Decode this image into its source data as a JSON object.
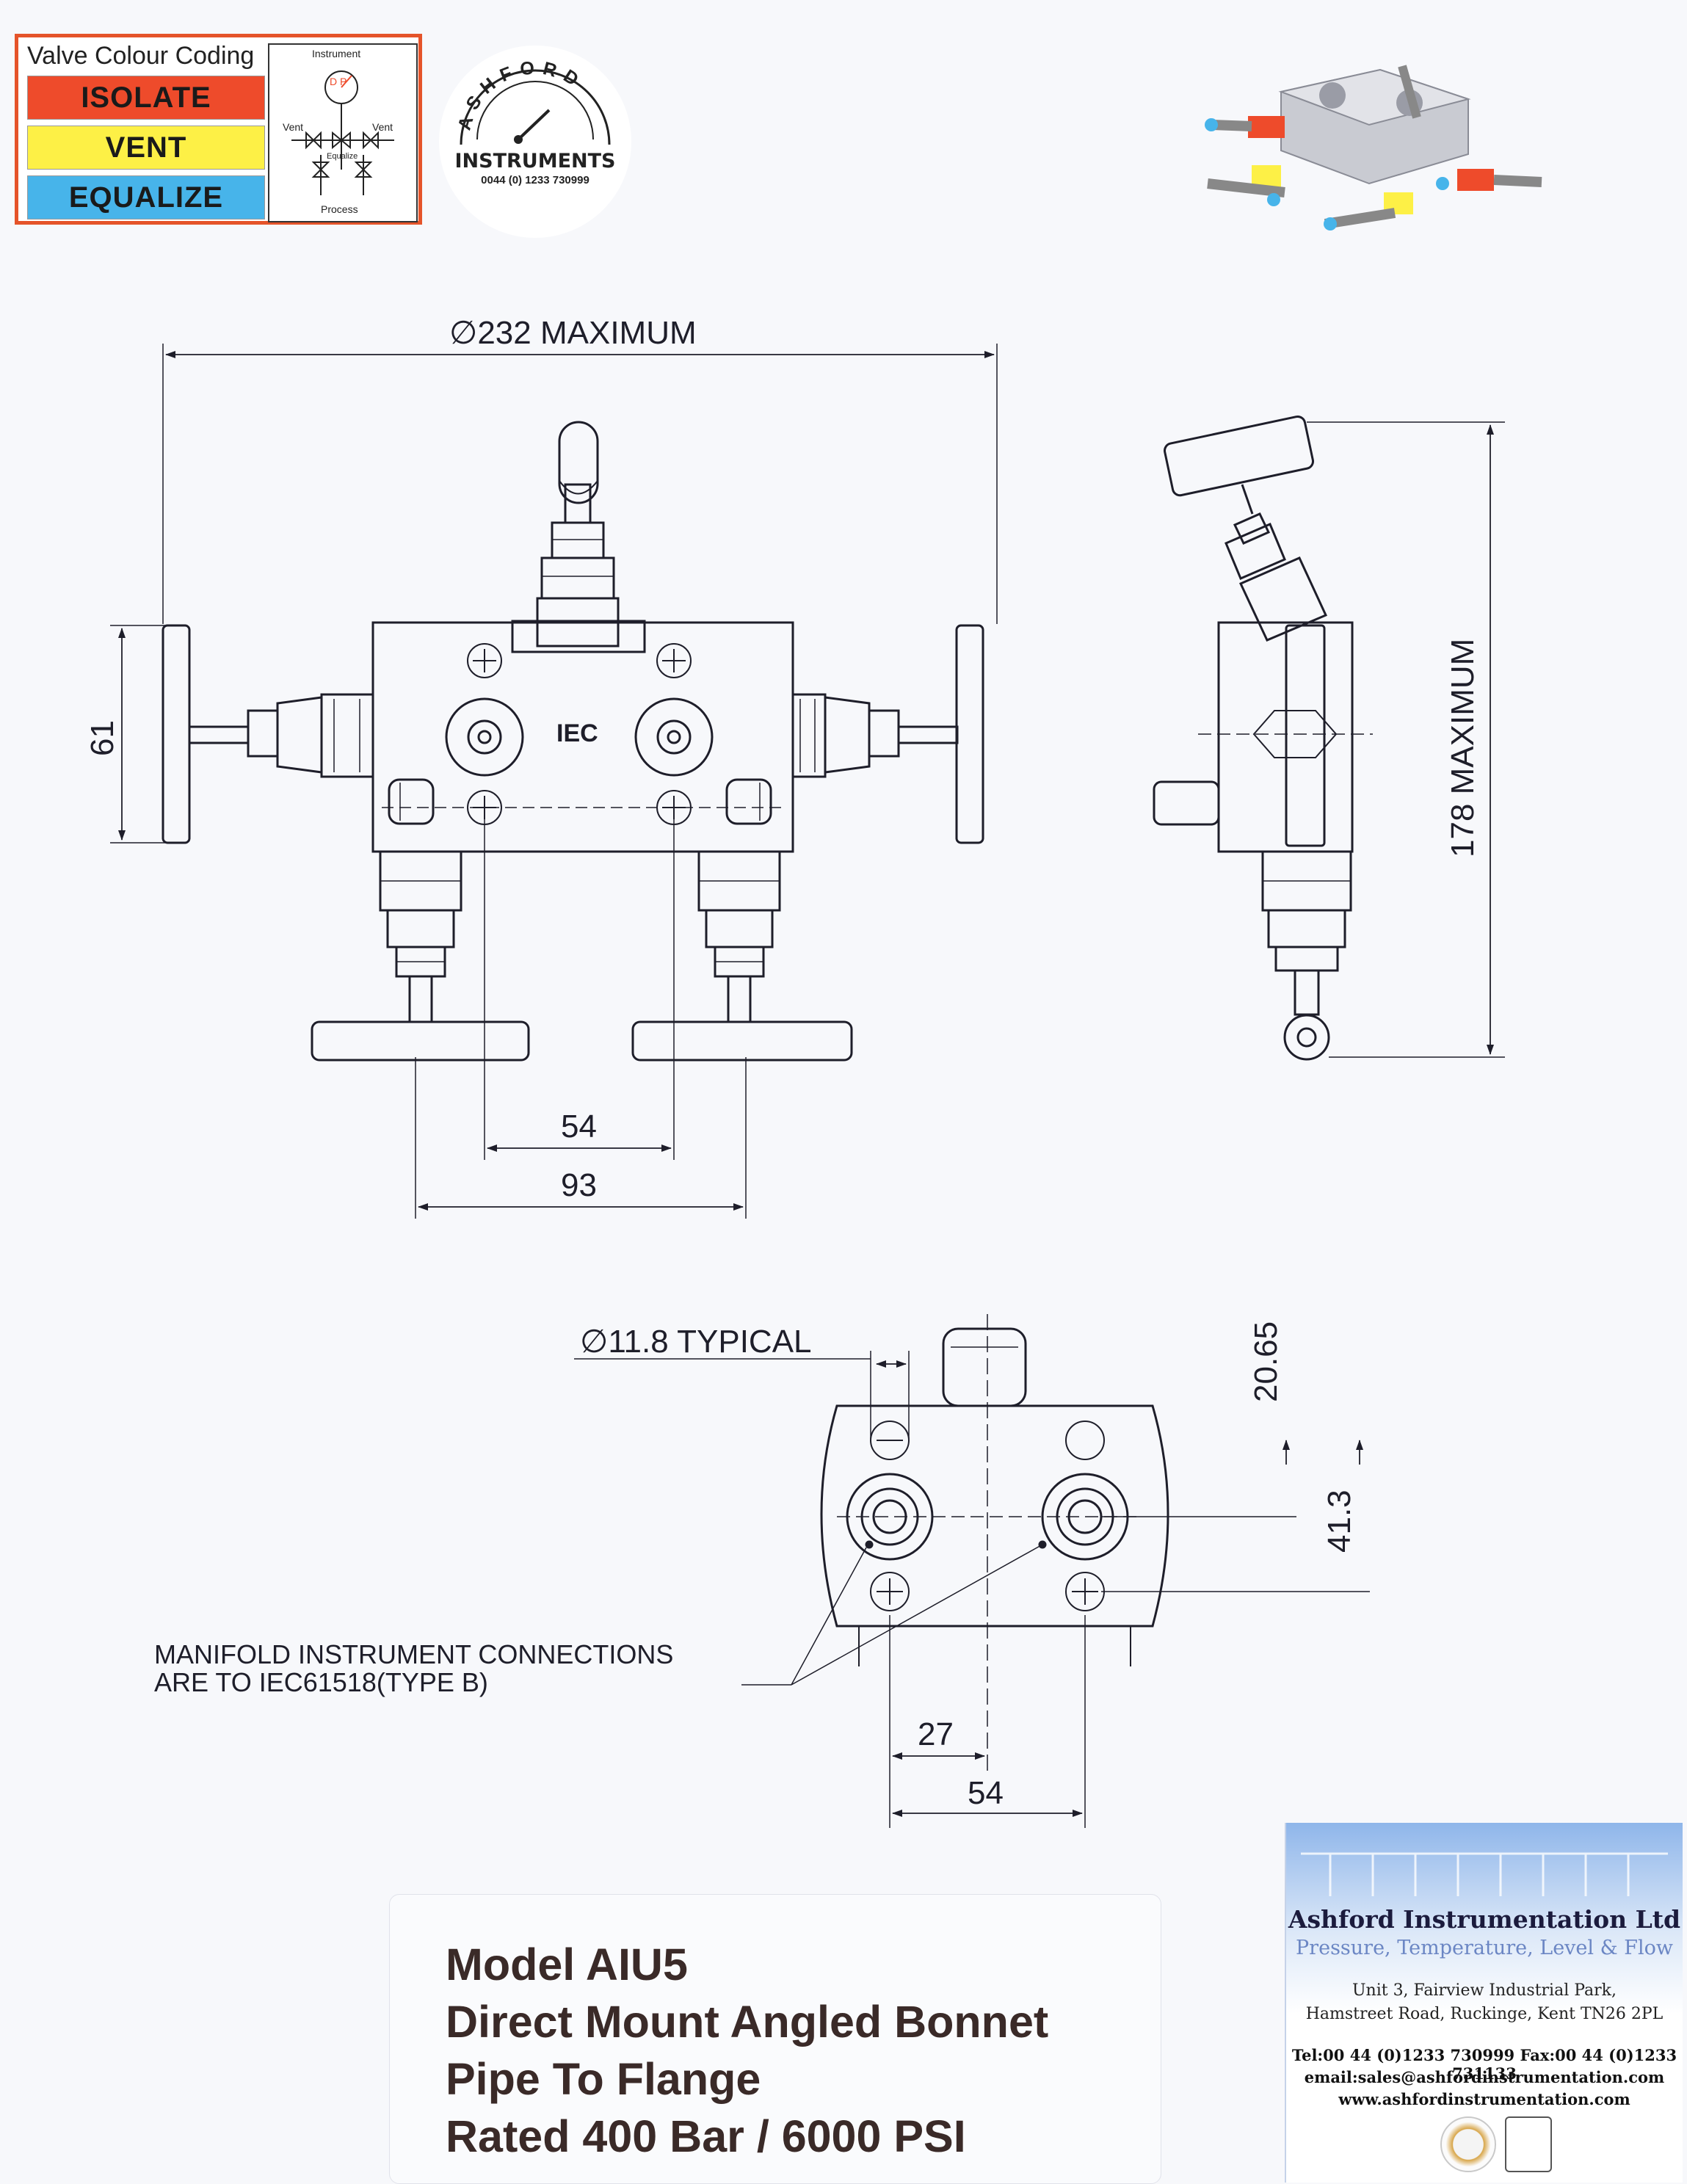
{
  "legend": {
    "title": "Valve Colour Coding",
    "items": [
      {
        "label": "ISOLATE",
        "color": "#ee4b2b"
      },
      {
        "label": "VENT",
        "color": "#fdf046"
      },
      {
        "label": "EQUALIZE",
        "color": "#47b4ea"
      }
    ],
    "schematic": {
      "instrument": "Instrument",
      "vent_left": "Vent",
      "vent_right": "Vent",
      "equalize": "Equalize",
      "process": "Process",
      "dp": "D P"
    }
  },
  "logo": {
    "ring_text": "ASHFORD",
    "name": "INSTRUMENTS",
    "phone": "0044 (0) 1233 730999"
  },
  "front_view": {
    "overall_width": "232 MAXIMUM",
    "height_61": "61",
    "label_iec": "IEC",
    "dim_54": "54",
    "dim_93": "93"
  },
  "side_view": {
    "overall_height": "178 MAXIMUM"
  },
  "bottom_view": {
    "bore": "11.8 TYPICAL",
    "dim_20_65": "20.65",
    "dim_41_3": "41.3",
    "dim_27": "27",
    "dim_54": "54",
    "note_line1": "MANIFOLD INSTRUMENT CONNECTIONS",
    "note_line2": "ARE TO IEC61518(TYPE B)"
  },
  "title_block": {
    "model": "Model AIU5",
    "line2": "Direct Mount Angled Bonnet",
    "line3": "Pipe To Flange",
    "line4": "Rated 400 Bar / 6000 PSI"
  },
  "company": {
    "name": "Ashford Instrumentation Ltd",
    "tagline": "Pressure, Temperature, Level & Flow",
    "address1": "Unit 3, Fairview Industrial Park,",
    "address2": "Hamstreet Road, Ruckinge, Kent TN26 2PL",
    "phone": "Tel:00 44 (0)1233 730999  Fax:00 44 (0)1233 731133",
    "email": "email:sales@ashfordinstrumentation.com",
    "web": "www.ashfordinstrumentation.com"
  }
}
